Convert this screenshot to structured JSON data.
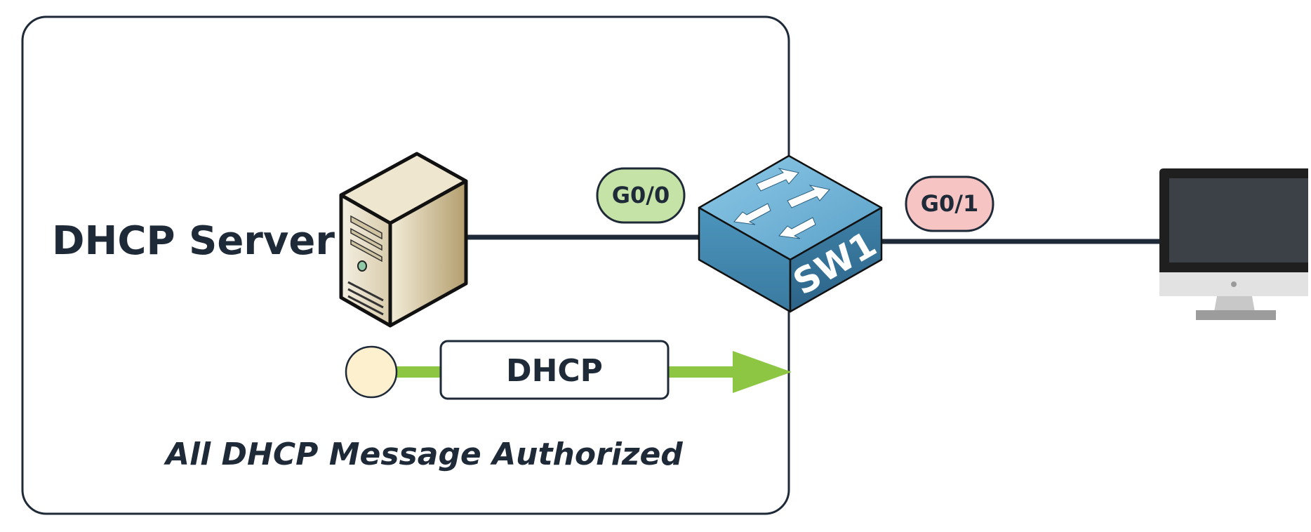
{
  "zone": {
    "caption": "All DHCP Message Authorized"
  },
  "server": {
    "label": "DHCP Server"
  },
  "switch": {
    "label": "SW1"
  },
  "ports": {
    "left": {
      "label": "G0/0",
      "color": "#c5e3a6"
    },
    "right": {
      "label": "G0/1",
      "color": "#f7c4c4"
    }
  },
  "message": {
    "label": "DHCP",
    "arrow_color": "#8dc642",
    "origin_color": "#fdf0cf"
  },
  "colors": {
    "line": "#1f2a38",
    "switch_top": "#6fb3d6",
    "switch_side": "#3d7fa3"
  }
}
